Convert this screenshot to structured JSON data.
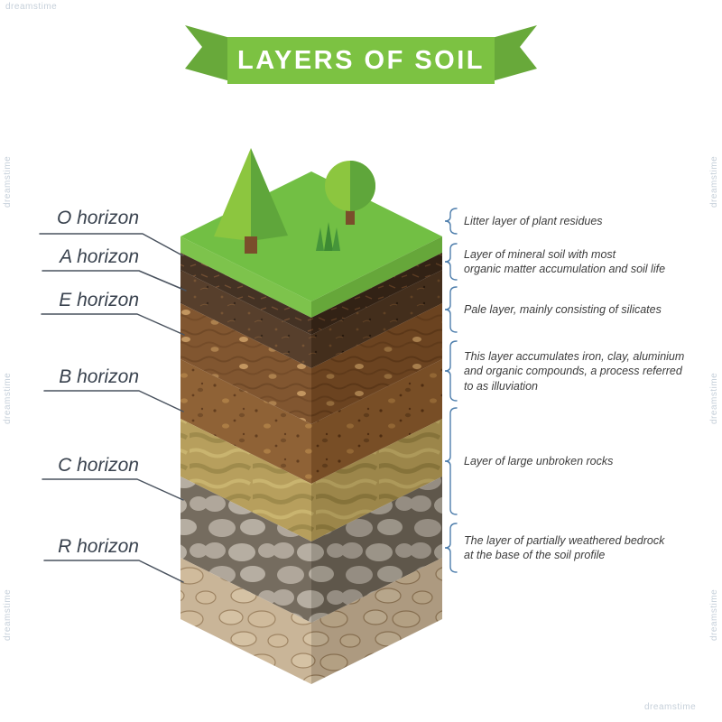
{
  "banner": {
    "title": "LAYERS OF SOIL"
  },
  "layers": [
    {
      "id": "O",
      "label": "O horizon",
      "description": "Litter layer of plant residues"
    },
    {
      "id": "A",
      "label": "A horizon",
      "description": "Layer of mineral soil with most\norganic matter accumulation and soil life"
    },
    {
      "id": "E",
      "label": "E horizon",
      "description": "Pale layer, mainly consisting of silicates"
    },
    {
      "id": "B",
      "label": "B horizon",
      "description": "This layer accumulates iron, clay, aluminium\nand organic compounds, a process referred\nto as illuviation"
    },
    {
      "id": "C",
      "label": "C horizon",
      "description": "Layer of large unbroken rocks"
    },
    {
      "id": "R",
      "label": "R horizon",
      "description": "The layer of partially weathered bedrock\nat the base of the soil profile"
    }
  ],
  "watermark": {
    "text": "dreamstime"
  },
  "colors": {
    "banner_green": "#7CC242",
    "banner_green_dark": "#68A93A",
    "grass_green": "#72BF44",
    "tree_light": "#8CC63F",
    "tree_dark": "#5FA63B",
    "litter_dark_brown": "#3A2819",
    "topsoil_brown": "#4E3521",
    "eluviation_brown": "#7B4D25",
    "illuviation_brown": "#8A5A2C",
    "subsoil_khaki": "#B49A55",
    "rocks_gray": "#ACA396",
    "bedrock_tan": "#C7B193",
    "label_text": "#39424E",
    "leader_line": "#49525E",
    "bracket_blue": "#4E7EAC",
    "description_text": "#3C3C3C",
    "watermark_blue": "#C6D0DA"
  }
}
